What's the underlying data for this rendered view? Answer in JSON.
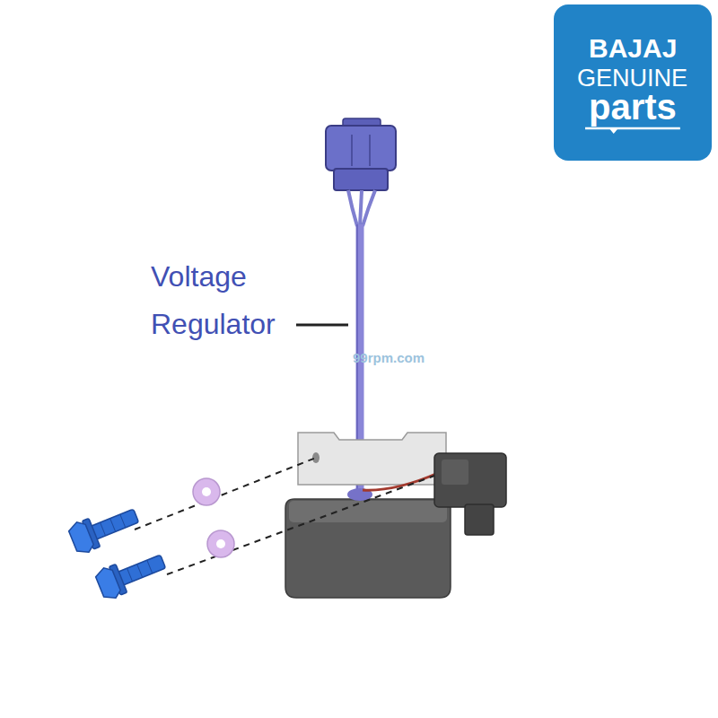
{
  "diagram": {
    "nodes": [
      {
        "text": [
          "BAJAJ",
          "GENUINE",
          "parts"
        ]
      }
    ],
    "labels": [
      "Voltage Regulator",
      "99rpm.com"
    ]
  }
}
